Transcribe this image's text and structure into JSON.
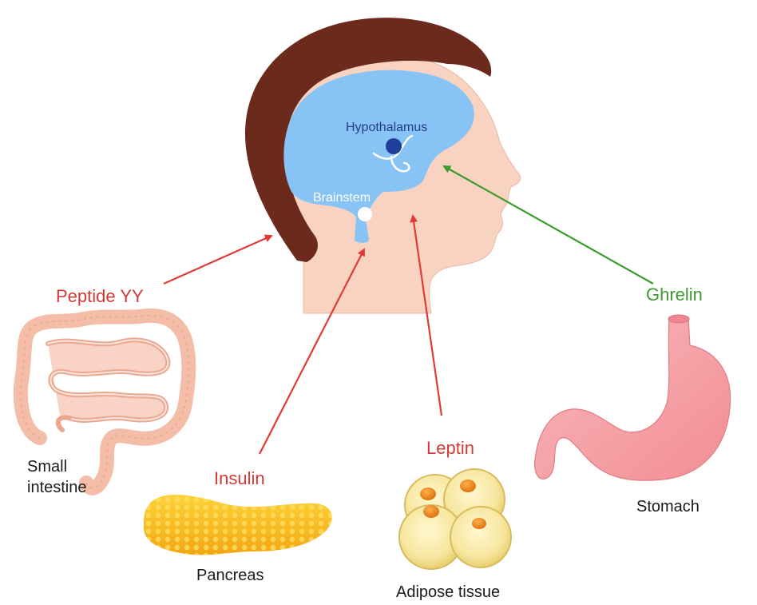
{
  "labels": {
    "hypothalamus": "Hypothalamus",
    "brainstem": "Brainstem",
    "peptide_yy": "Peptide YY",
    "insulin": "Insulin",
    "leptin": "Leptin",
    "ghrelin": "Ghrelin",
    "small_intestine_line1": "Small",
    "small_intestine_line2": "intestine",
    "pancreas": "Pancreas",
    "adipose_tissue": "Adipose tissue",
    "stomach": "Stomach"
  },
  "colors": {
    "hair": "#6b2a1c",
    "skin": "#f9d3c2",
    "brain": "#88c3f5",
    "hypothalamus_dot": "#1f3f9a",
    "hypothalamus_label": "#233c87",
    "brainstem_label": "#ffffff",
    "red_arrow": "#e23a36",
    "green_arrow": "#3c9a2e",
    "red_label": "#d33a36",
    "green_label": "#3c9a2e",
    "intestine": "#f4bda8",
    "pancreas": "#f7bf1e",
    "adipose": "#f7e7a0",
    "adipose_nucleus": "#f08c24",
    "stomach": "#f7a7ab"
  }
}
